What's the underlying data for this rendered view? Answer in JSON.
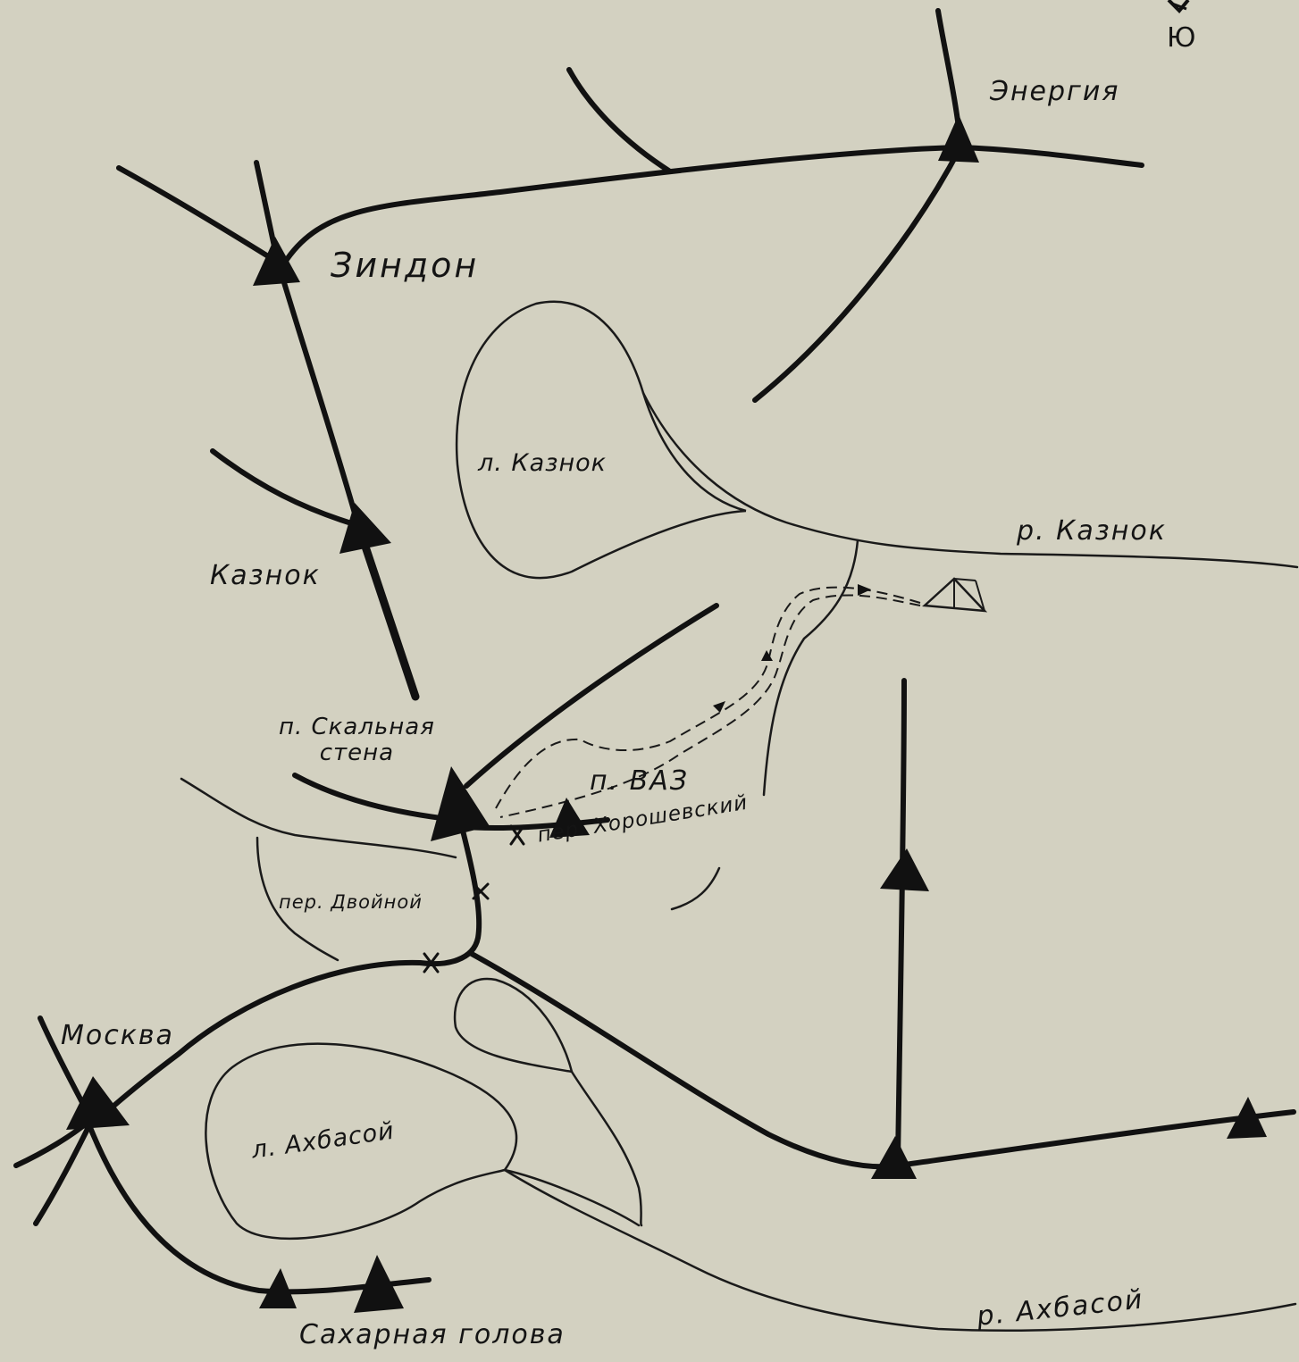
{
  "compass": {
    "arrow_label": "N",
    "south_label": "Ю"
  },
  "peaks": {
    "energiya": "Энергия",
    "zindon": "Зиндон",
    "kaznok": "Казнок",
    "moskva": "Москва",
    "sakharnaya_golova": "Сахарная голова",
    "skalnaya_stena": "п. Скальная\nстена",
    "vaz": "п. ВАЗ"
  },
  "passes": {
    "khoroshevsky": "пер. Хорошевский",
    "dvoynoy": "пер. Двойной"
  },
  "glaciers": {
    "kaznok": "л. Казнок",
    "akhbasoy": "л. Ахбасой"
  },
  "rivers": {
    "kaznok": "р. Казнок",
    "akhbasoy": "р. Ахбасой"
  },
  "icons": {
    "camp": "tent-icon",
    "peak": "triangle-peak-icon",
    "pass": "cross-pass-icon"
  },
  "colors": {
    "paper": "#d3d1c1",
    "ink": "#111111"
  }
}
